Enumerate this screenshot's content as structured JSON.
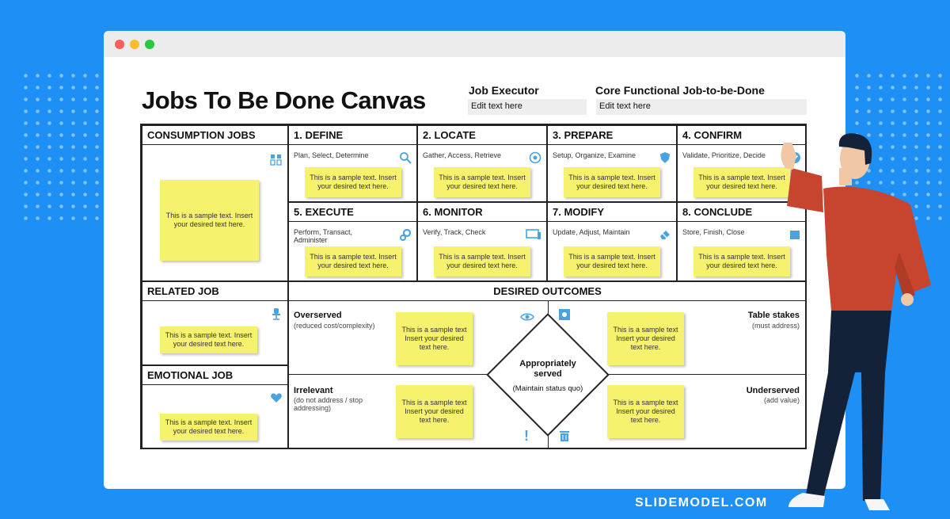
{
  "window": {
    "controls": [
      "close",
      "minimize",
      "maximize"
    ]
  },
  "canvas": {
    "title": "Jobs To Be Done Canvas",
    "job_executor": {
      "label": "Job Executor",
      "value": "Edit text here"
    },
    "core_job": {
      "label": "Core Functional Job-to-be-Done",
      "value": "Edit text here"
    }
  },
  "sticky_text": "This is a sample text. Insert your desired text here.",
  "consumption": {
    "title": "CONSUMPTION JOBS",
    "icon": "people-icon"
  },
  "related": {
    "title": "RELATED JOB",
    "icon": "chair-icon"
  },
  "emotional": {
    "title": "EMOTIONAL JOB",
    "icon": "heart-icon"
  },
  "steps": [
    {
      "title": "1. DEFINE",
      "sub": "Plan, Select, Determine",
      "icon": "magnifier-icon"
    },
    {
      "title": "2. LOCATE",
      "sub": "Gather, Access, Retrieve",
      "icon": "target-icon"
    },
    {
      "title": "3. PREPARE",
      "sub": "Setup, Organize, Examine",
      "icon": "shield-icon"
    },
    {
      "title": "4. CONFIRM",
      "sub": "Validate, Prioritize, Decide",
      "icon": "check-icon"
    },
    {
      "title": "5. EXECUTE",
      "sub": "Perform, Transact, Administer",
      "icon": "gears-icon"
    },
    {
      "title": "6. MONITOR",
      "sub": "Verify, Track, Check",
      "icon": "monitor-icon"
    },
    {
      "title": "7. MODIFY",
      "sub": "Update, Adjust, Maintain",
      "icon": "eraser-icon"
    },
    {
      "title": "8. CONCLUDE",
      "sub": "Store, Finish, Close",
      "icon": "archive-icon"
    }
  ],
  "outcomes": {
    "title": "DESIRED OUTCOMES",
    "overserved": {
      "title": "Overserved",
      "sub": "(reduced cost/complexity)"
    },
    "table_stakes": {
      "title": "Table stakes",
      "sub": "(must address)"
    },
    "irrelevant": {
      "title": "Irrelevant",
      "sub": "(do not address / stop addressing)"
    },
    "underserved": {
      "title": "Underserved",
      "sub": "(add value)"
    },
    "center": {
      "title": "Appropriately served",
      "sub": "(Maintain status quo)"
    },
    "sticky": "This is a sample text Insert your desired text here."
  },
  "brand": "SLIDEMODEL.COM",
  "colors": {
    "background": "#1e90f5",
    "sticky": "#f6f26e",
    "icon": "#4aa3df"
  }
}
